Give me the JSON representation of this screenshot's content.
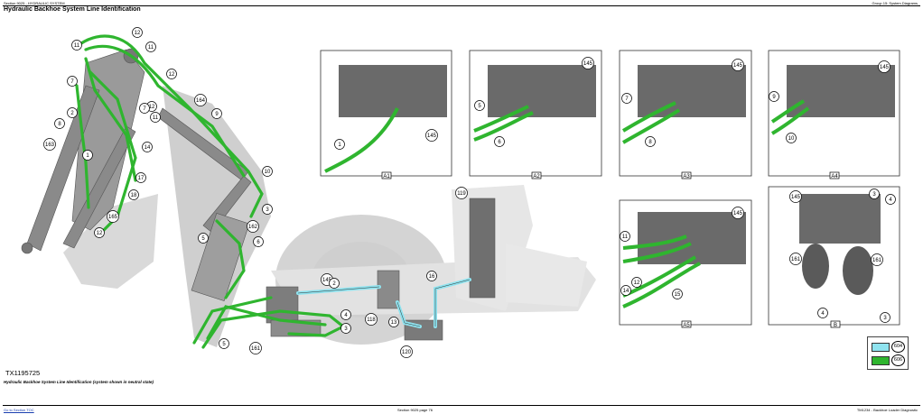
{
  "header": {
    "left": "Section 9025 - HYDRAULIC SYSTEM",
    "right": "Group 15: System Diagrams"
  },
  "title": "Hydraulic Backhoe System Line Identification",
  "image_id": "TX1195725",
  "caption": "Hydraulic Backhoe System Line Identification (system shown in neutral state)",
  "footer": {
    "left": "Go to Section TOC",
    "center": "Section 9025 page 76",
    "right": "TM1234 - Backhoe Loader Diagnostic"
  },
  "panels": [
    {
      "label": "A1",
      "callouts": [
        "1",
        "145"
      ]
    },
    {
      "label": "A2",
      "callouts": [
        "145",
        "5",
        "6"
      ]
    },
    {
      "label": "A3",
      "callouts": [
        "145",
        "7",
        "8"
      ]
    },
    {
      "label": "A4",
      "callouts": [
        "145",
        "9",
        "10"
      ]
    },
    {
      "label": "A5",
      "callouts": [
        "145",
        "11",
        "12",
        "14",
        "15"
      ]
    },
    {
      "label": "B",
      "callouts": [
        "145",
        "3",
        "4",
        "161",
        "161",
        "4",
        "3"
      ]
    }
  ],
  "main_callouts": [
    "12",
    "11",
    "11",
    "12",
    "7",
    "2",
    "8",
    "163",
    "1",
    "12",
    "7",
    "11",
    "164",
    "9",
    "14",
    "17",
    "18",
    "165",
    "12",
    "10",
    "3",
    "162",
    "6",
    "5",
    "145",
    "2",
    "4",
    "3",
    "5",
    "161",
    "118",
    "13",
    "120",
    "16",
    "119"
  ],
  "legend": [
    {
      "code": "604",
      "color": "#8fe3ef"
    },
    {
      "code": "606",
      "color": "#2fb52f"
    }
  ],
  "colors": {
    "pressure_line": "#2fb52f",
    "return_line": "#8fe3ef",
    "component_gray": "#8c8c8c",
    "ghost_gray": "#d9d9d9"
  }
}
